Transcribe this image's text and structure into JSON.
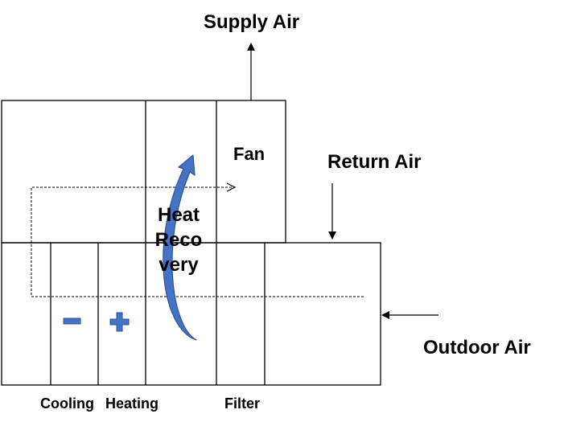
{
  "labels": {
    "supply_air": "Supply Air",
    "return_air": "Return Air",
    "outdoor_air": "Outdoor Air",
    "fan": "Fan",
    "heat_recovery_lines": [
      "Heat",
      "Reco",
      "very"
    ],
    "cooling": "Cooling",
    "heating": "Heating",
    "filter": "Filter"
  },
  "symbols": {
    "cooling": "minus-icon",
    "heating": "plus-icon"
  },
  "colors": {
    "coil_symbol": "#4472C4",
    "arrow_fill": "#4472C4",
    "arrow_stroke": "#2F5597",
    "lines": "#000000"
  }
}
